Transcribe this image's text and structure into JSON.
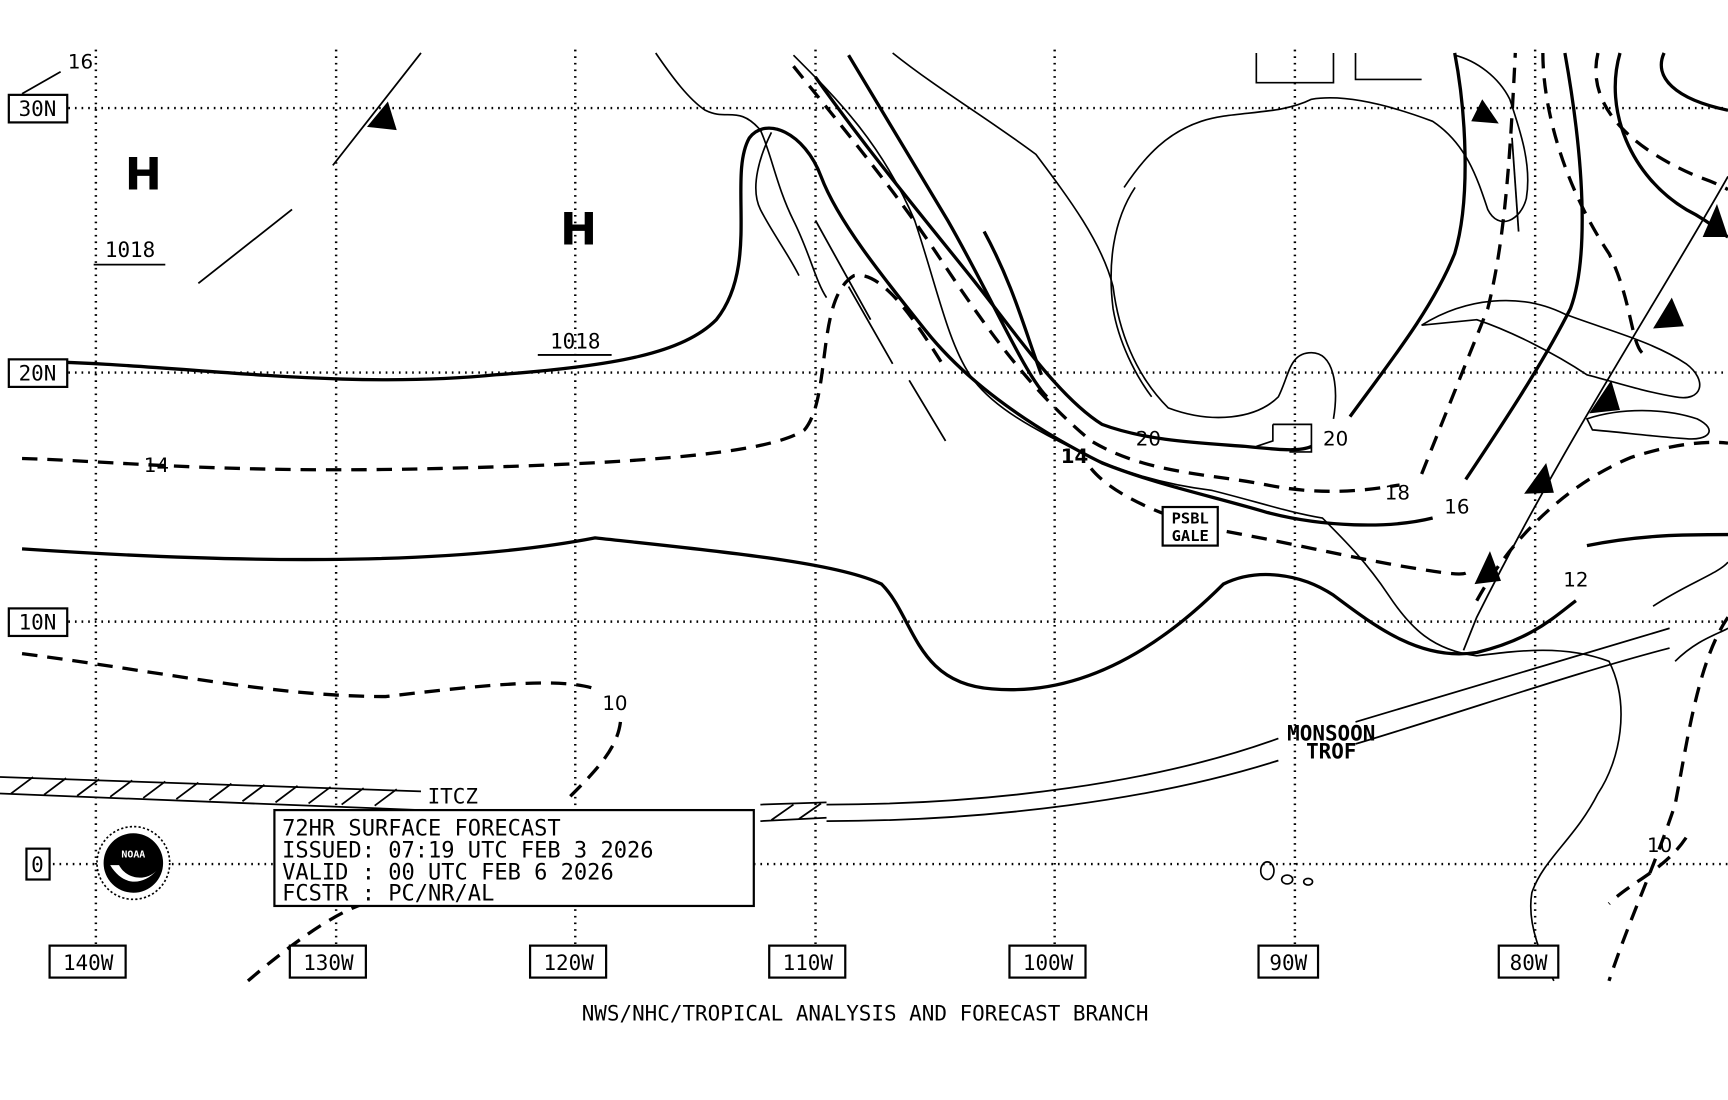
{
  "latitude_labels": [
    "30N",
    "20N",
    "10N",
    "0"
  ],
  "longitude_labels": [
    "140W",
    "130W",
    "120W",
    "110W",
    "100W",
    "90W",
    "80W"
  ],
  "pressure_centers": [
    {
      "type": "H",
      "pressure": "1018"
    },
    {
      "type": "H",
      "pressure": "1018"
    }
  ],
  "isobar_labels": {
    "nw_16": "16",
    "west_14": "14",
    "west_10": "10",
    "gulf_20a": "20",
    "gulf_14": "14",
    "gulf_20b": "20",
    "gulf_18": "18",
    "carib_16": "16",
    "carib_12": "12",
    "se_10": "10"
  },
  "features": {
    "gale": [
      "PSBL",
      "GALE"
    ],
    "monsoon": [
      "MONSOON",
      "TROF"
    ],
    "itcz": "ITCZ"
  },
  "info_box": {
    "title": "72HR SURFACE FORECAST",
    "issued": "ISSUED:  07:19 UTC FEB 3 2026",
    "valid": "VALID :  00 UTC FEB 6 2026",
    "forecaster": "FCSTR :  PC/NR/AL"
  },
  "logo_text": "NOAA",
  "footer": "NWS/NHC/TROPICAL ANALYSIS AND FORECAST BRANCH"
}
